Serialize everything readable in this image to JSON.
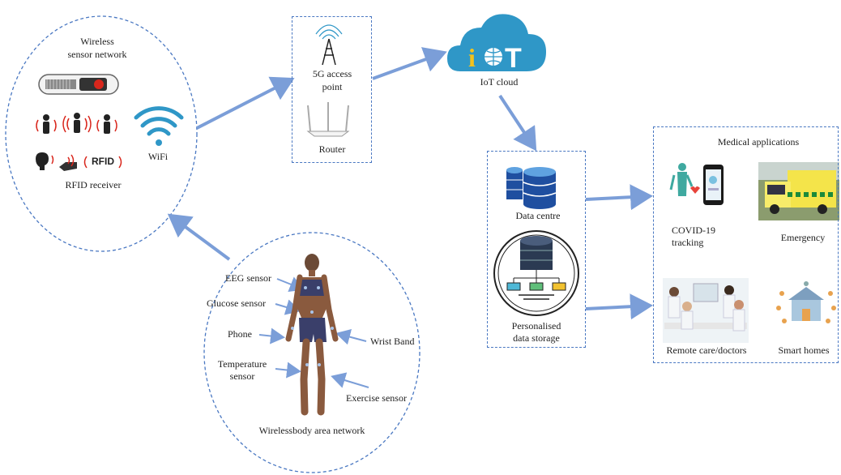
{
  "colors": {
    "arrow": "#7b9ed8",
    "border": "#4a78c2",
    "cloud": "#2f97c7",
    "db": "#1f4fa0"
  },
  "wsn": {
    "title_line1": "Wireless",
    "title_line2": "sensor network",
    "wifi_label": "WiFi",
    "rfid_tag": "RFID",
    "rfid_receiver": "RFID receiver"
  },
  "access": {
    "point_line1": "5G access",
    "point_line2": "point",
    "router": "Router"
  },
  "cloud": {
    "logo_i": "i",
    "logo_t": "T",
    "label": "IoT cloud"
  },
  "storage": {
    "data_centre": "Data centre",
    "personalised_line1": "Personalised",
    "personalised_line2": "data storage"
  },
  "medical": {
    "title": "Medical applications",
    "covid_line1": "COVID-19",
    "covid_line2": "tracking",
    "emergency": "Emergency",
    "remote": "Remote care/doctors",
    "smart_homes": "Smart homes"
  },
  "wban": {
    "eeg": "EEG sensor",
    "glucose": "Glucose sensor",
    "phone": "Phone",
    "temp_line1": "Temperature",
    "temp_line2": "sensor",
    "wrist": "Wrist Band",
    "exercise": "Exercise sensor",
    "title": "Wirelessbody area network"
  }
}
